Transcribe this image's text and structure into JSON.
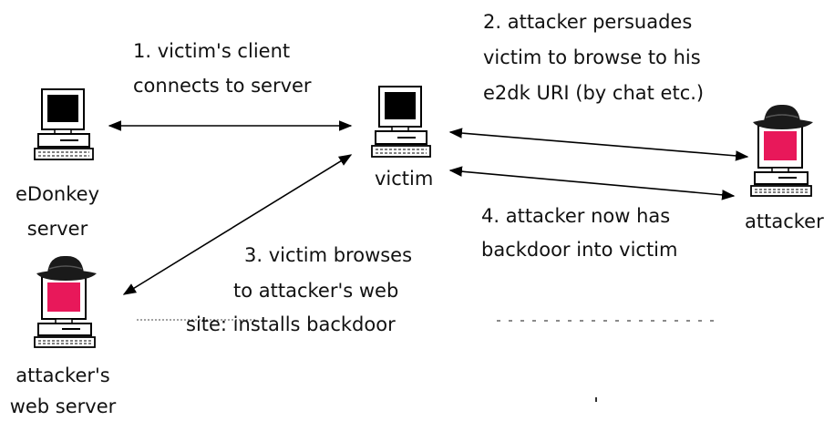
{
  "steps": {
    "step1": {
      "line1": "1. victim's client",
      "line2": "connects to server"
    },
    "step2": {
      "line1": "2. attacker persuades",
      "line2": "victim to browse to his",
      "line3": "e2dk URI (by chat etc.)"
    },
    "step3": {
      "line1": "3. victim browses",
      "line2": "to attacker's web",
      "line3": "site: installs backdoor"
    },
    "step4": {
      "line1": "4. attacker now has",
      "line2": "backdoor into victim"
    }
  },
  "nodes": {
    "edonkey_server": {
      "line1": "eDonkey",
      "line2": "server"
    },
    "victim": {
      "label": "victim"
    },
    "attacker": {
      "label": "attacker"
    },
    "attacker_web_server": {
      "line1": "attacker's",
      "line2": "web server"
    }
  },
  "icons": {
    "server_computer": "computer-icon",
    "victim_computer": "computer-icon",
    "attacker_computer": "hacker-computer-icon",
    "attacker_web_computer": "hacker-computer-icon"
  },
  "colors": {
    "screen_normal": "#000000",
    "screen_attacker": "#e8185a",
    "hat": "#1a1a1a",
    "arrow": "#000000"
  }
}
